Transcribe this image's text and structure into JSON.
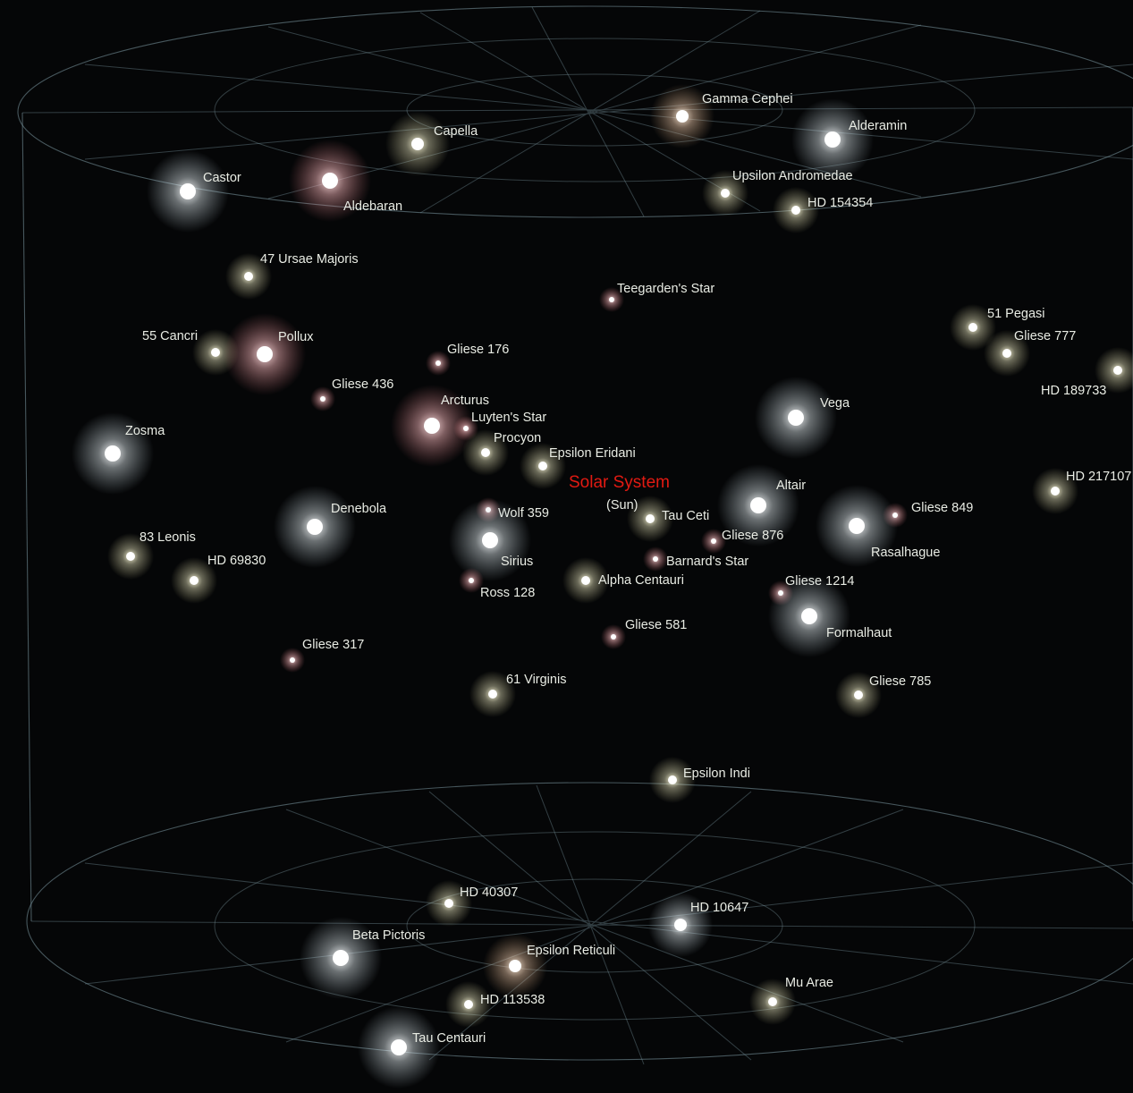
{
  "colors": {
    "background": "#050607",
    "grid": "#7d9aa4",
    "label": "#e9ece4",
    "sun_label": "#e21a12",
    "star_white": "#ffffff",
    "star_yellow": "#f4f1c8",
    "star_red": "#f2b2b6",
    "star_orange": "#f6d0b0"
  },
  "solar_system": {
    "title": "Solar System",
    "sun_label": "(Sun)"
  },
  "stars": [
    {
      "name": "Gamma Cephei",
      "color": "star_orange",
      "size": "medium"
    },
    {
      "name": "Alderamin",
      "color": "star_white",
      "size": "large"
    },
    {
      "name": "Capella",
      "color": "star_yellow",
      "size": "medium"
    },
    {
      "name": "Castor",
      "color": "star_white",
      "size": "large"
    },
    {
      "name": "Aldebaran",
      "color": "star_red",
      "size": "large"
    },
    {
      "name": "Upsilon Andromedae",
      "color": "star_yellow",
      "size": "small"
    },
    {
      "name": "HD 154354",
      "color": "star_yellow",
      "size": "small"
    },
    {
      "name": "47 Ursae Majoris",
      "color": "star_yellow",
      "size": "small"
    },
    {
      "name": "Teegarden's Star",
      "color": "star_red",
      "size": "tiny"
    },
    {
      "name": "51 Pegasi",
      "color": "star_yellow",
      "size": "small"
    },
    {
      "name": "Gliese 777",
      "color": "star_yellow",
      "size": "small"
    },
    {
      "name": "HD 189733",
      "color": "star_yellow",
      "size": "small"
    },
    {
      "name": "55 Cancri",
      "color": "star_yellow",
      "size": "small"
    },
    {
      "name": "Pollux",
      "color": "star_red",
      "size": "large"
    },
    {
      "name": "Gliese 176",
      "color": "star_red",
      "size": "tiny"
    },
    {
      "name": "Gliese 436",
      "color": "star_red",
      "size": "tiny"
    },
    {
      "name": "Arcturus",
      "color": "star_red",
      "size": "large"
    },
    {
      "name": "Luyten's Star",
      "color": "star_red",
      "size": "tiny"
    },
    {
      "name": "Procyon",
      "color": "star_yellow",
      "size": "small"
    },
    {
      "name": "Epsilon Eridani",
      "color": "star_yellow",
      "size": "small"
    },
    {
      "name": "Vega",
      "color": "star_white",
      "size": "large"
    },
    {
      "name": "Zosma",
      "color": "star_white",
      "size": "large"
    },
    {
      "name": "HD 217107",
      "color": "star_yellow",
      "size": "small"
    },
    {
      "name": "Altair",
      "color": "star_white",
      "size": "large"
    },
    {
      "name": "Denebola",
      "color": "star_white",
      "size": "large"
    },
    {
      "name": "Wolf 359",
      "color": "star_red",
      "size": "tiny"
    },
    {
      "name": "Tau Ceti",
      "color": "star_yellow",
      "size": "small"
    },
    {
      "name": "Gliese 849",
      "color": "star_red",
      "size": "tiny"
    },
    {
      "name": "Gliese 876",
      "color": "star_red",
      "size": "tiny"
    },
    {
      "name": "Rasalhague",
      "color": "star_white",
      "size": "large"
    },
    {
      "name": "83 Leonis",
      "color": "star_yellow",
      "size": "small"
    },
    {
      "name": "HD 69830",
      "color": "star_yellow",
      "size": "small"
    },
    {
      "name": "Sirius",
      "color": "star_white",
      "size": "large"
    },
    {
      "name": "Barnard's Star",
      "color": "star_red",
      "size": "tiny"
    },
    {
      "name": "Ross 128",
      "color": "star_red",
      "size": "tiny"
    },
    {
      "name": "Alpha Centauri",
      "color": "star_yellow",
      "size": "small"
    },
    {
      "name": "Gliese 1214",
      "color": "star_red",
      "size": "tiny"
    },
    {
      "name": "Formalhaut",
      "color": "star_white",
      "size": "large"
    },
    {
      "name": "Gliese 581",
      "color": "star_red",
      "size": "tiny"
    },
    {
      "name": "Gliese 317",
      "color": "star_red",
      "size": "tiny"
    },
    {
      "name": "61 Virginis",
      "color": "star_yellow",
      "size": "small"
    },
    {
      "name": "Gliese 785",
      "color": "star_yellow",
      "size": "small"
    },
    {
      "name": "Epsilon Indi",
      "color": "star_yellow",
      "size": "small"
    },
    {
      "name": "HD 40307",
      "color": "star_yellow",
      "size": "small"
    },
    {
      "name": "HD 10647",
      "color": "star_white",
      "size": "medium"
    },
    {
      "name": "Beta Pictoris",
      "color": "star_white",
      "size": "large"
    },
    {
      "name": "Epsilon Reticuli",
      "color": "star_orange",
      "size": "medium"
    },
    {
      "name": "Mu Arae",
      "color": "star_yellow",
      "size": "small"
    },
    {
      "name": "HD 113538",
      "color": "star_yellow",
      "size": "small"
    },
    {
      "name": "Tau Centauri",
      "color": "star_white",
      "size": "large"
    }
  ]
}
